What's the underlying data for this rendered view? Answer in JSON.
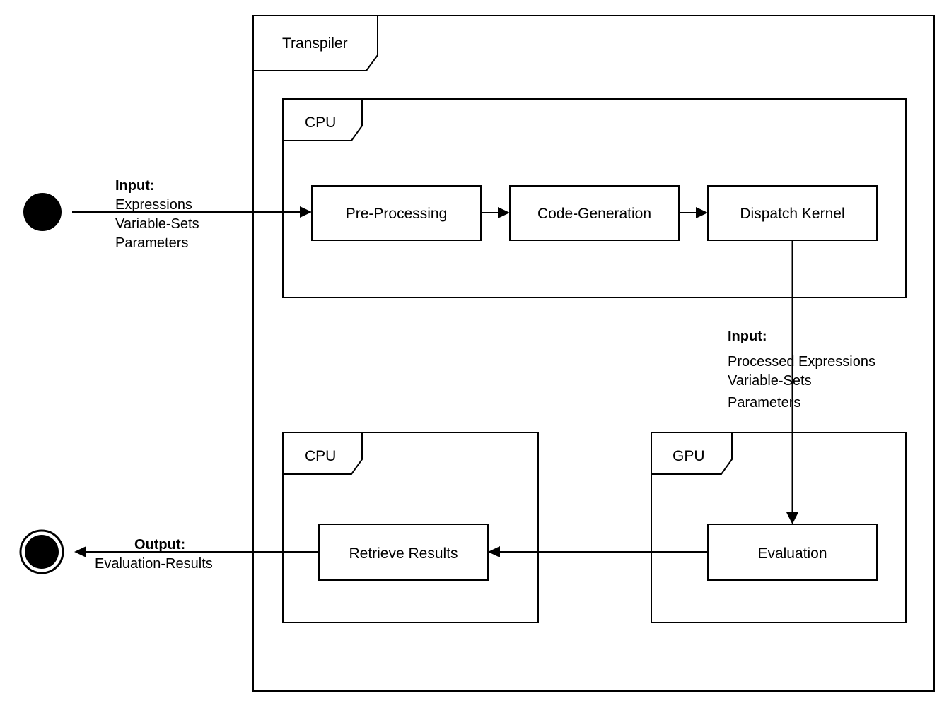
{
  "diagram": {
    "title": "Transpiler",
    "type": "uml-activity-diagram",
    "colors": {
      "background": "#ffffff",
      "stroke": "#000000",
      "node_fill": "#ffffff"
    }
  },
  "frames": {
    "outer": {
      "label": "Transpiler"
    },
    "cpu_top": {
      "label": "CPU"
    },
    "cpu_bottom": {
      "label": "CPU"
    },
    "gpu": {
      "label": "GPU"
    }
  },
  "nodes": {
    "start": {
      "name": "initial-node"
    },
    "pre_processing": {
      "label": "Pre-Processing"
    },
    "code_generation": {
      "label": "Code-Generation"
    },
    "dispatch_kernel": {
      "label": "Dispatch Kernel"
    },
    "evaluation": {
      "label": "Evaluation"
    },
    "retrieve_results": {
      "label": "Retrieve Results"
    },
    "end": {
      "name": "final-node"
    }
  },
  "edges": {
    "input": {
      "heading": "Input:",
      "lines": [
        "Expressions",
        "Variable-Sets",
        "Parameters"
      ]
    },
    "processed_input": {
      "heading": "Input:",
      "lines": [
        "Processed Expressions",
        "Variable-Sets",
        "Parameters"
      ]
    },
    "output": {
      "heading": "Output:",
      "lines": [
        "Evaluation-Results"
      ]
    }
  }
}
